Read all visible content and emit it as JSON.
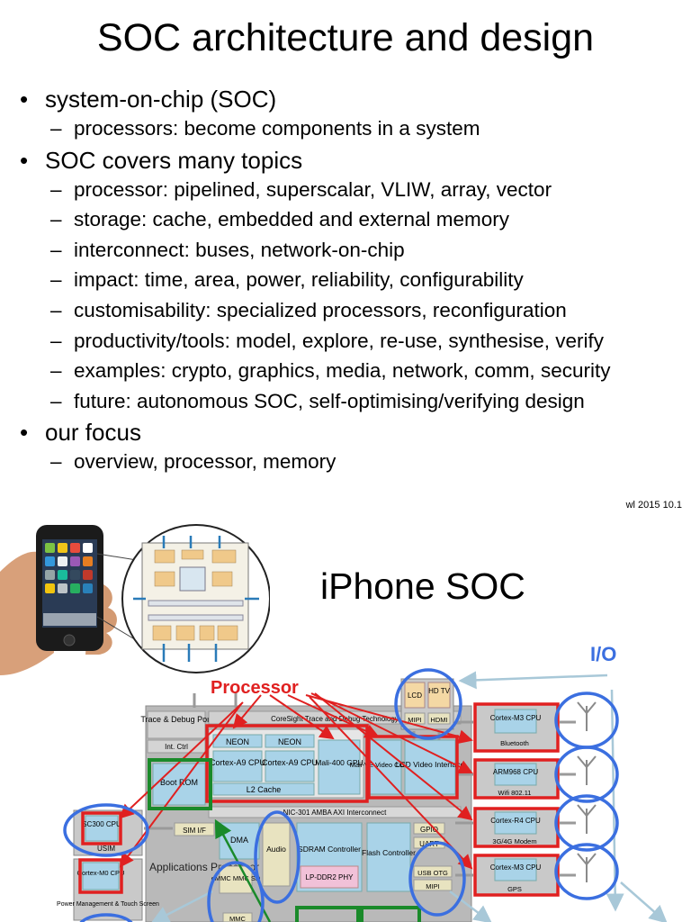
{
  "title": "SOC architecture and design",
  "bullets": [
    {
      "text": "system-on-chip (SOC)",
      "subs": [
        "processors: become components in a system"
      ]
    },
    {
      "text": "SOC covers many topics",
      "subs": [
        "processor: pipelined, superscalar, VLIW, array, vector",
        "storage: cache, embedded and external memory",
        "interconnect: buses, network-on-chip",
        "impact: time, area, power, reliability, configurability",
        "customisability: specialized processors, reconfiguration",
        "productivity/tools: model, explore, re-use, synthesise, verify",
        "examples: crypto, graphics, media, network, comm, security",
        "future: autonomous SOC, self-optimising/verifying design"
      ]
    },
    {
      "text": "our focus",
      "subs": [
        "overview, processor, memory"
      ]
    }
  ],
  "footer": "wl 2015 10.1",
  "figure": {
    "title": "iPhone SOC",
    "callouts": {
      "processor": "Processor",
      "io": "I/O"
    },
    "blocks": {
      "trace_debug": "Trace & Debug Port",
      "int_ctrl": "Int. Ctrl",
      "copyright_trace": "CoreSight Trace and Debug Technology",
      "neon": "NEON",
      "cortex_a9": "Cortex-A9 CPU",
      "l2_cache": "L2 Cache",
      "mali_gpu": "Mali-400 GPU",
      "mali_ve": "Mali-VE Video CODEC",
      "lcd_video": "LCD Video Interface",
      "boot_rom": "Boot ROM",
      "interconnect": "NIC-301 AMBA AXI Interconnect",
      "sc300": "SC300 CPU",
      "usim": "USIM",
      "sim_if": "SIM I/F",
      "dma": "DMA",
      "audio": "Audio",
      "sdram_ctrl": "SDRAM Controller",
      "lpddr2": "LP-DDR2 PHY",
      "flash_ctrl": "Flash Controller",
      "gpio": "GPIO",
      "uart": "UART",
      "usb_otg": "USB OTG",
      "mipi": "MIPI",
      "hdmi": "HDMI",
      "lcd": "LCD",
      "hdtv": "HD TV",
      "apps_proc": "Applications Processor",
      "emmc": "eMMC MMC SD",
      "cortex_m0": "Cortex-M0 CPU",
      "power_mgmt": "Power Management & Touch Screen",
      "mmc": "MMC",
      "cortex_m3": "Cortex-M3 CPU",
      "bluetooth": "Bluetooth",
      "arm968": "ARM968 CPU",
      "wifi": "Wifi 802.11",
      "cortex_r4": "Cortex-R4 CPU",
      "modem": "3G/4G Modem",
      "gps": "GPS"
    }
  },
  "colors": {
    "callout_red": "#e02020",
    "callout_blue": "#3b6fe0",
    "boot_green": "#1a8a2a",
    "block_blue": "#a9d3e8",
    "chip_gray": "#b9b9b9"
  }
}
